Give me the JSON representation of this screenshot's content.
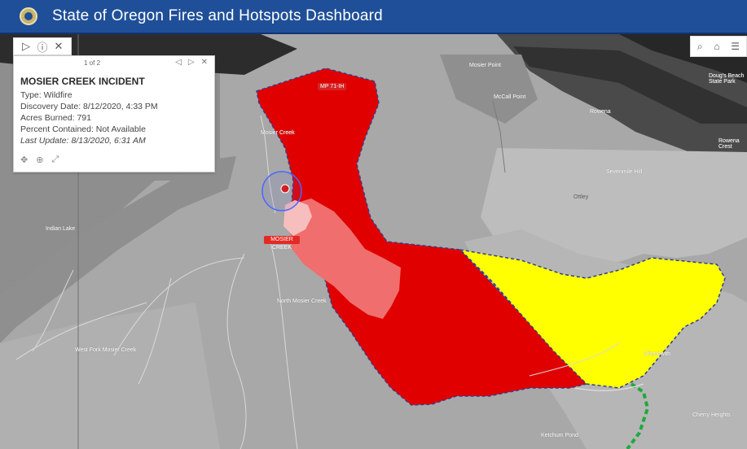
{
  "header": {
    "title": "State of Oregon Fires and Hotspots Dashboard"
  },
  "toolbar": {
    "play_icon": "▷",
    "info_icon": "ⓘ",
    "close_icon": "✕"
  },
  "popup": {
    "pager": "1 of 2",
    "prev_icon": "◁",
    "next_icon": "▷",
    "close_icon": "✕",
    "title": "MOSIER CREEK INCIDENT",
    "type": "Type: Wildfire",
    "discovery": "Discovery Date: 8/12/2020, 4:33 PM",
    "acres": "Acres Burned: 791",
    "contained": "Percent Contained: Not Available",
    "updated": "Last Update: 8/13/2020, 6:31 AM",
    "move_icon": "✥",
    "zoom_icon": "⊕",
    "expand_icon": "⤢"
  },
  "map": {
    "labels": {
      "mp": "MP 71-IH",
      "fire": "MOSIER CREEK",
      "mosier_creek": "Mosier Creek",
      "north_mosier_creek": "North Mosier Creek",
      "mosier_point": "McCall Point",
      "ottley": "Ottley",
      "sevenmile": "Sevenmile Hill",
      "rowena": "Rowena",
      "dougs_beach": "Doug's Beach State Park",
      "indian_lake": "Indian Lake",
      "west_fork": "West Fork Mosier Creek",
      "mosier_point_2": "Mosier Point",
      "cherry_heights": "Cherry Heights",
      "ketchum_pond": "Ketchum Pond",
      "chenowith": "Chenowith",
      "rowena_crest": "Rowena Crest"
    }
  },
  "right_tools": {
    "search_icon": "⌕",
    "home_icon": "⌂",
    "list_icon": "☰"
  },
  "colors": {
    "header": "#1f4f98",
    "fire_red": "#e10000",
    "hotspot_pink": "#f06e6e",
    "perimeter_yellow": "#ffff00",
    "road_green": "#2ea43d"
  }
}
